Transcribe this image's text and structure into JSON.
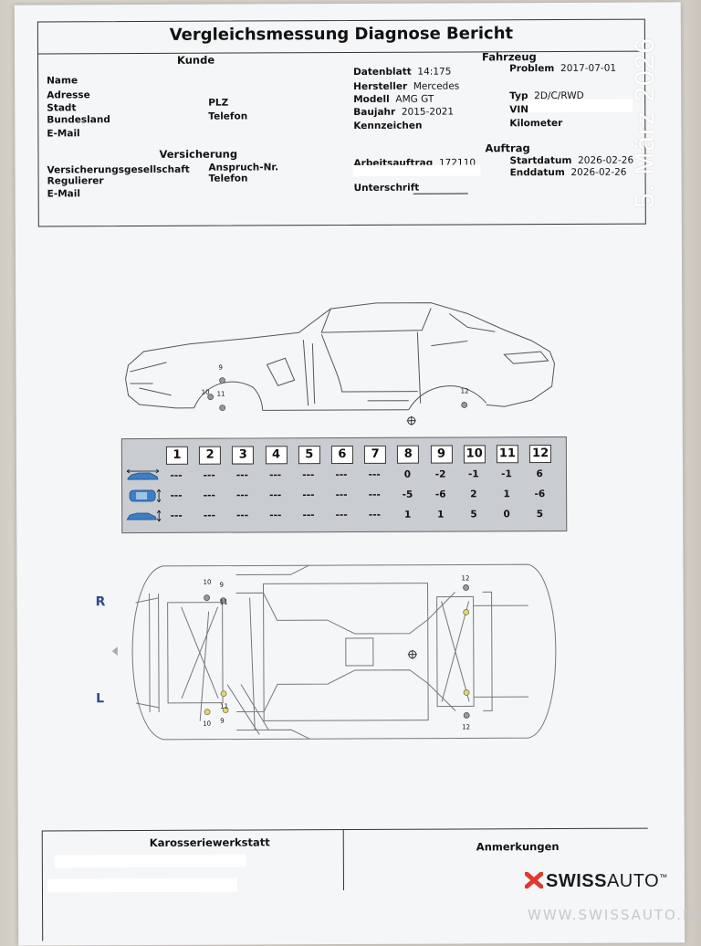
{
  "report": {
    "title": "Vergleichsmessung Diagnose Bericht",
    "date_stamp": "5. März 2026",
    "kunde": {
      "heading": "Kunde",
      "labels": [
        "Name",
        "Adresse",
        "Stadt",
        "Bundesland",
        "E-Mail"
      ],
      "plz_label": "PLZ",
      "telefon_label": "Telefon"
    },
    "versicherung": {
      "heading": "Versicherung",
      "labels": [
        "Versicherungsgesellschaft",
        "Regulierer",
        "E-Mail"
      ],
      "anspruch_label": "Anspruch-Nr.",
      "telefon_label": "Telefon"
    },
    "datenblatt": {
      "label": "Datenblatt",
      "value": "14:175"
    },
    "hersteller": {
      "label": "Hersteller",
      "value": "Mercedes"
    },
    "modell": {
      "label": "Modell",
      "value": "AMG GT"
    },
    "baujahr": {
      "label": "Baujahr",
      "value": "2015-2021"
    },
    "kennzeichen": {
      "label": "Kennzeichen"
    },
    "fahrzeug": {
      "heading": "Fahrzeug",
      "problem": {
        "label": "Problem",
        "value": "2017-07-01"
      },
      "typ": {
        "label": "Typ",
        "value": "2D/C/RWD"
      },
      "vin": {
        "label": "VIN"
      },
      "kilometer": {
        "label": "Kilometer"
      }
    },
    "arbeitsauftrag": {
      "label": "Arbeitsauftrag",
      "value": "172110"
    },
    "unterschrift": {
      "label": "Unterschrift"
    },
    "auftrag": {
      "heading": "Auftrag",
      "startdatum": {
        "label": "Startdatum",
        "value": "2026-02-26"
      },
      "enddatum": {
        "label": "Enddatum",
        "value": "2026-02-26"
      }
    }
  },
  "diagram": {
    "side_points": [
      "9",
      "10",
      "11",
      "12"
    ],
    "side_label_r": "R",
    "side_label_l": "L",
    "top_points": [
      "10",
      "9",
      "11",
      "12",
      "11",
      "10",
      "9",
      "12"
    ]
  },
  "measure_table": {
    "columns": [
      "1",
      "2",
      "3",
      "4",
      "5",
      "6",
      "7",
      "8",
      "9",
      "10",
      "11",
      "12"
    ],
    "rows": [
      {
        "icon": "car-length-icon",
        "values": [
          "---",
          "---",
          "---",
          "---",
          "---",
          "---",
          "---",
          "0",
          "-2",
          "-1",
          "-1",
          "6"
        ]
      },
      {
        "icon": "car-width-icon",
        "values": [
          "---",
          "---",
          "---",
          "---",
          "---",
          "---",
          "---",
          "-5",
          "-6",
          "2",
          "1",
          "-6"
        ]
      },
      {
        "icon": "car-height-icon",
        "values": [
          "---",
          "---",
          "---",
          "---",
          "---",
          "---",
          "---",
          "1",
          "1",
          "5",
          "0",
          "5"
        ]
      }
    ]
  },
  "footer": {
    "karosseriewerkstatt": "Karosseriewerkstatt",
    "anmerkungen": "Anmerkungen",
    "logo_swiss": "SWISS",
    "logo_auto": "AUTO",
    "logo_tm": "™",
    "website": "WWW.SWISSAUTO.NET"
  }
}
